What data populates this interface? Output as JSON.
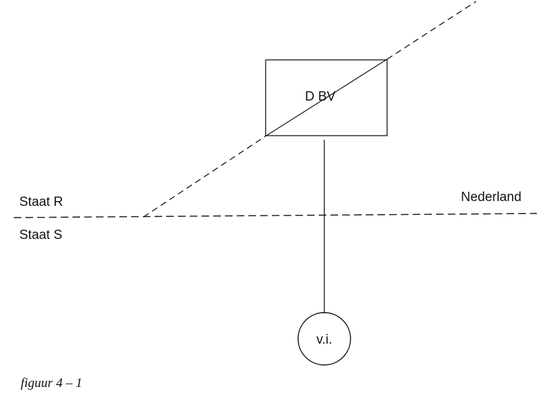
{
  "diagram": {
    "region_labels": {
      "top_left": "Staat R",
      "bottom_left": "Staat S",
      "right": "Nederland"
    },
    "company_box": {
      "label": "D BV"
    },
    "circle_node": {
      "label": "v.i."
    },
    "caption": "figuur 4 – 1",
    "stroke_color": "#111111",
    "line_styles": {
      "borders": "dashed",
      "ownership_link": "solid"
    }
  }
}
